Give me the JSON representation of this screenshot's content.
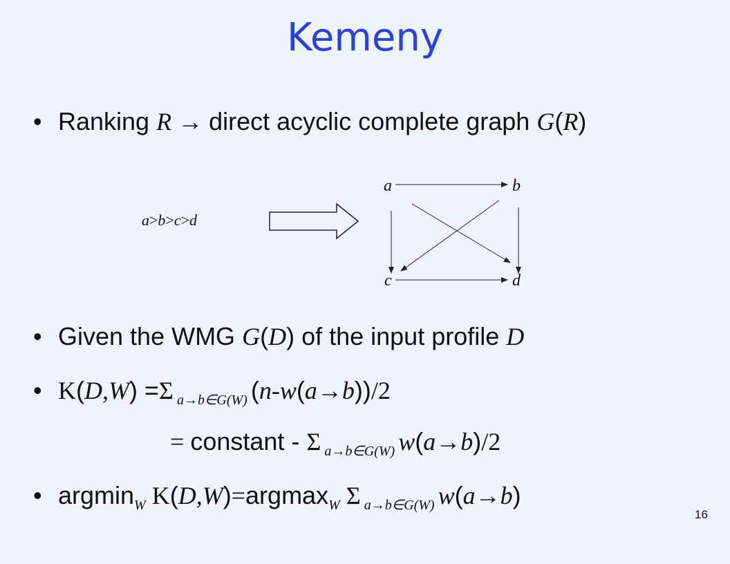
{
  "title": "Kemeny",
  "page_number": "16",
  "bullet_char": "•",
  "line1": {
    "t1": "Ranking ",
    "R": "R",
    "arrow": " → ",
    "t2": "direct acyclic complete graph ",
    "G": "G",
    "lp": "(",
    "R2": "R",
    "rp": ")"
  },
  "diagram": {
    "ranking": {
      "a": "a",
      "g1": ">",
      "b": "b",
      "g2": ">",
      "c": "c",
      "g3": ">",
      "d": "d"
    },
    "nodes": {
      "a": "a",
      "b": "b",
      "c": "c",
      "d": "d"
    }
  },
  "line2": {
    "t1": "Given the WMG ",
    "G": "G",
    "lp": "(",
    "D": "D",
    "rp": ")",
    "t2": " of the input profile ",
    "D2": "D"
  },
  "line3": {
    "K": "K",
    "lp": "(",
    "DW": "D,W",
    "rp": ")",
    "eq": " =",
    "sigma": "Σ",
    "sub": " a→b∈G(W) ",
    "lp2": "(",
    "n": "n",
    "minus": "-",
    "w": "w",
    "lp3": "(",
    "ab": "a→b",
    "rp3": "))",
    "div": "/2"
  },
  "line4": {
    "eq": "= ",
    "t1": "constant - ",
    "sigma": "Σ",
    "sub": " a→b∈G(W) ",
    "w": "w",
    "lp": "(",
    "ab": "a→b",
    "rp": ")",
    "div": "/2"
  },
  "line5": {
    "t1": "argmin",
    "subW": "W",
    "K": " K",
    "lp": "(",
    "DW": "D,W",
    "rp": ")",
    "eq": "=",
    "t2": "argmax",
    "subW2": "W",
    "sigma": " Σ",
    "sub": " a→b∈G(W) ",
    "w": " w",
    "lp2": "(",
    "ab": "a→b",
    "rp2": ")"
  }
}
